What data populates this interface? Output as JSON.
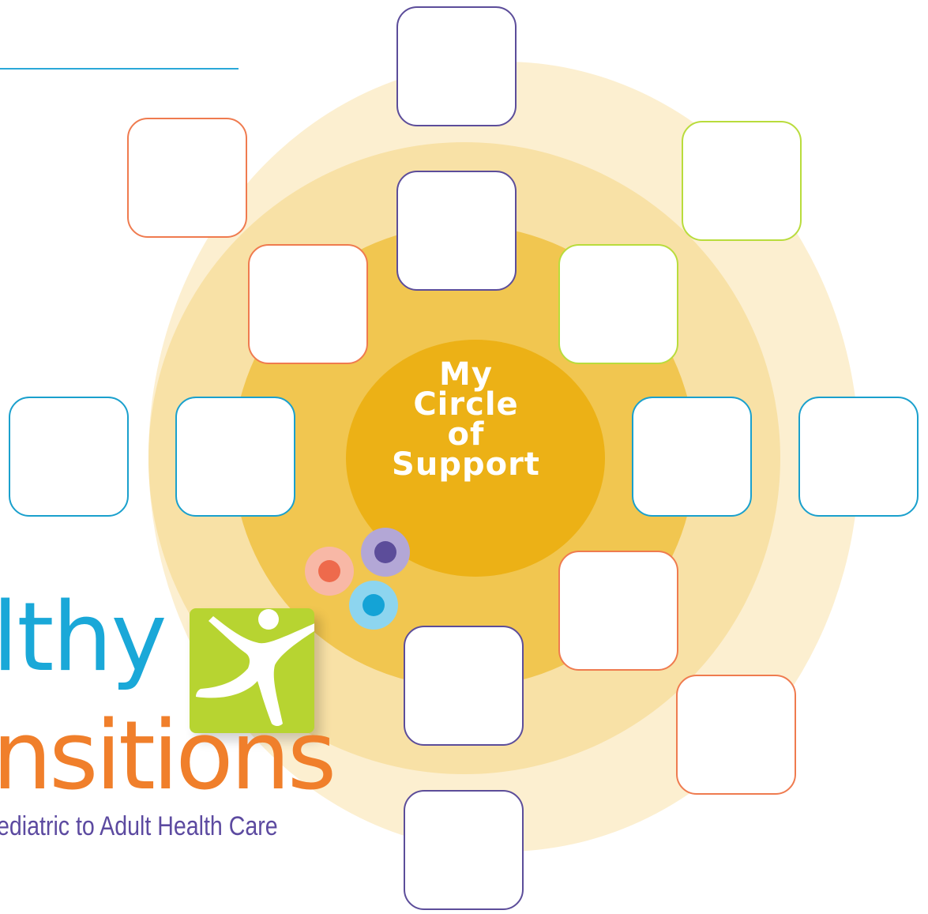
{
  "center": {
    "title": "My\nCircle\nof\nSupport"
  },
  "logo": {
    "word1": "lthy",
    "word2": "nsitions",
    "tagline": "ediatric to Adult Health Care",
    "colors": {
      "blue": "#1aa8d8",
      "orange": "#f07f2b",
      "purple": "#5c4aa0",
      "green": "#b7d431"
    }
  },
  "rings": {
    "outer": "#fcefd0",
    "middle": "#f8e1a6",
    "inner": "#f1c650",
    "core": "#ecb116"
  },
  "box_colors": {
    "purple": "#5c4d9a",
    "orange": "#ef7b4f",
    "green": "#b9dc3c",
    "blue": "#1aa0cd"
  }
}
